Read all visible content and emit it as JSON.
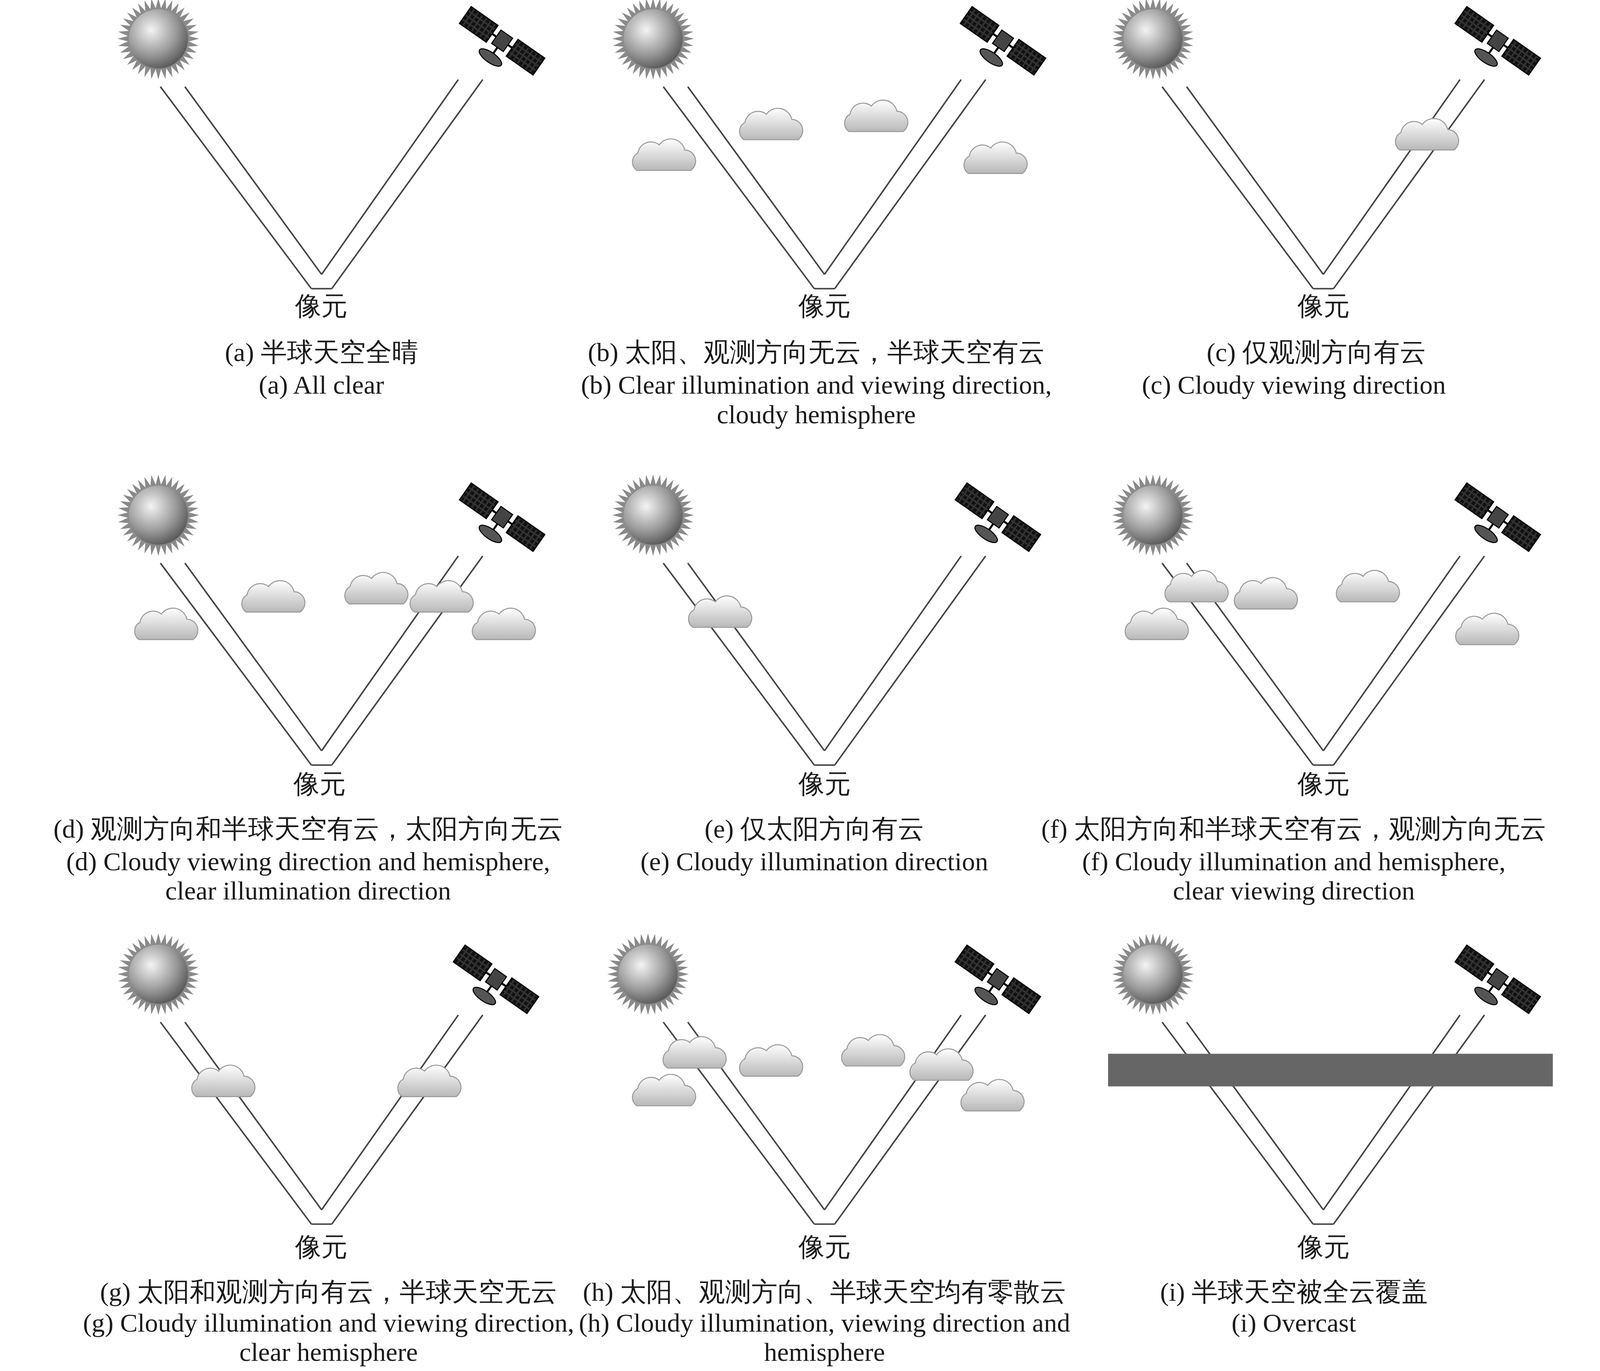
{
  "diagram": {
    "labels": [
      "像元",
      "(a) 半球天空全晴",
      "(a) All clear",
      "像元",
      "(b) 太阳、观测方向无云，半球天空有云",
      "(b) Clear illumination and viewing direction, cloudy hemisphere",
      "像元",
      "(c) 仅观测方向有云",
      "(c) Cloudy viewing direction",
      "像元",
      "(d) 观测方向和半球天空有云，太阳方向无云",
      "(d) Cloudy viewing direction and hemisphere, clear illumination direction",
      "像元",
      "(e) 仅太阳方向有云",
      "(e) Cloudy illumination direction",
      "像元",
      "(f) 太阳方向和半球天空有云，观测方向无云",
      "(f) Cloudy illumination and hemisphere, clear viewing direction",
      "像元",
      "(g) 太阳和观测方向有云，半球天空无云",
      "(g) Cloudy illumination and viewing direction, clear hemisphere",
      "像元",
      "(h) 太阳、观测方向、半球天空均有零散云",
      "(h) Cloudy illumination, viewing direction and hemisphere",
      "像元",
      "(i) 半球天空被全云覆盖",
      "(i) Overcast"
    ]
  }
}
